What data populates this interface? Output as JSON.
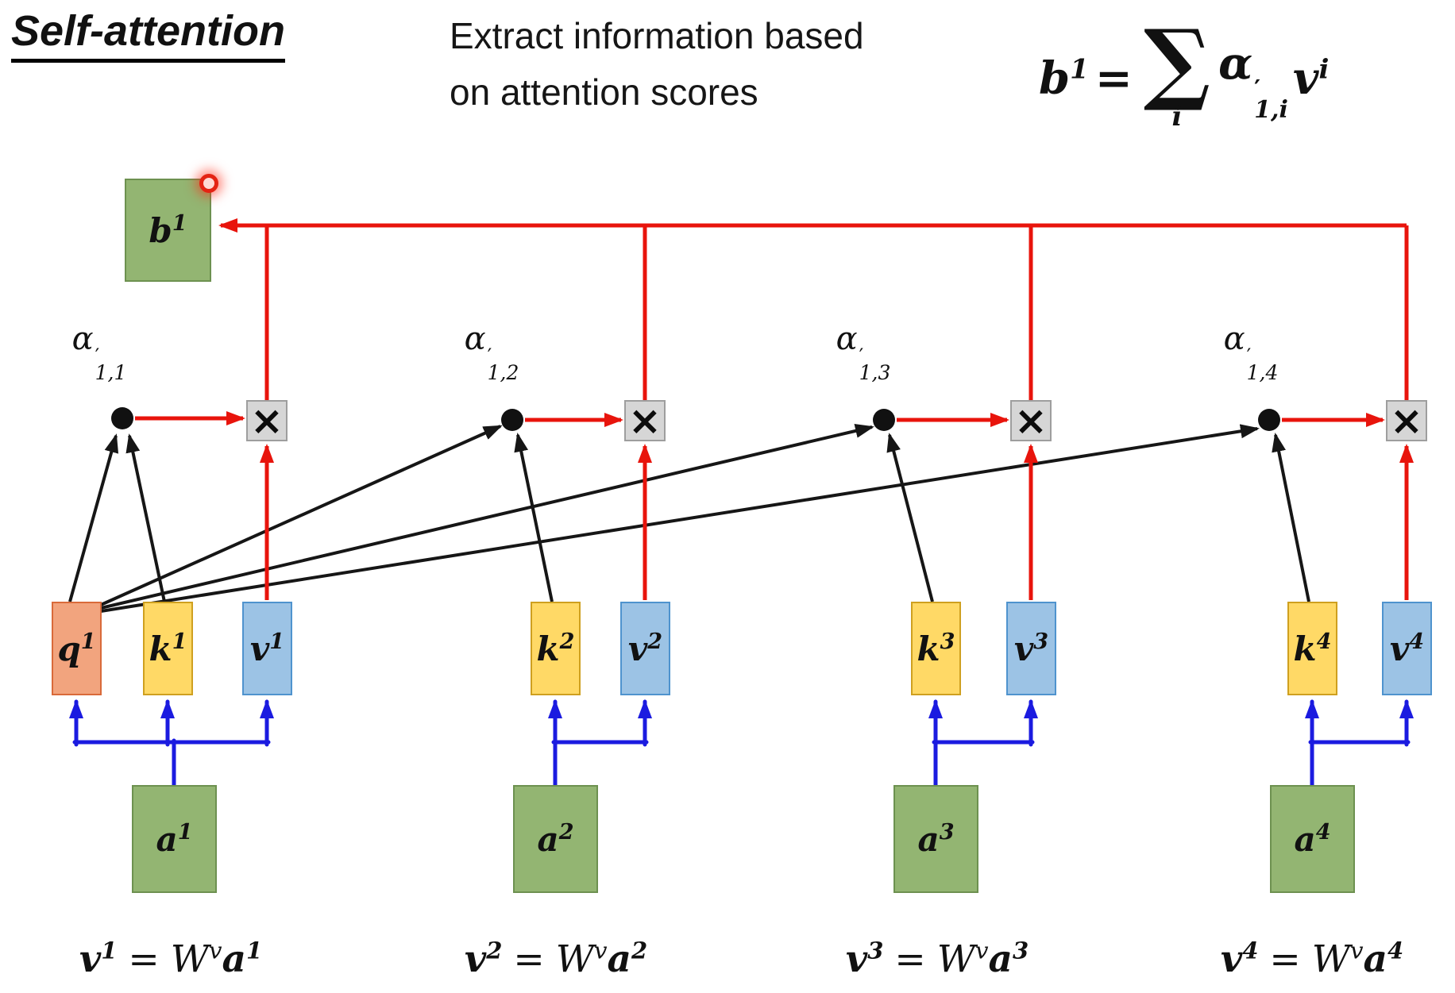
{
  "title": "Self-attention",
  "subtitle": {
    "line1": "Extract information based",
    "line2": "on attention scores"
  },
  "formula": {
    "lhs_base": "b",
    "lhs_sup": "1",
    "equals": "=",
    "sigma": "∑",
    "sigma_sub": "i",
    "alpha_base": "α",
    "alpha_prime": "′",
    "alpha_sub": "1,i",
    "v_base": "v",
    "v_sup": "i"
  },
  "b_node": {
    "base": "b",
    "sup": "1"
  },
  "multiply_symbol": "×",
  "alpha_labels": [
    {
      "base": "α",
      "prime": "′",
      "sub": "1,1"
    },
    {
      "base": "α",
      "prime": "′",
      "sub": "1,2"
    },
    {
      "base": "α",
      "prime": "′",
      "sub": "1,3"
    },
    {
      "base": "α",
      "prime": "′",
      "sub": "1,4"
    }
  ],
  "columns": [
    {
      "q": {
        "base": "q",
        "sup": "1"
      },
      "k": {
        "base": "k",
        "sup": "1"
      },
      "v": {
        "base": "v",
        "sup": "1"
      },
      "a": {
        "base": "a",
        "sup": "1"
      }
    },
    {
      "k": {
        "base": "k",
        "sup": "2"
      },
      "v": {
        "base": "v",
        "sup": "2"
      },
      "a": {
        "base": "a",
        "sup": "2"
      }
    },
    {
      "k": {
        "base": "k",
        "sup": "3"
      },
      "v": {
        "base": "v",
        "sup": "3"
      },
      "a": {
        "base": "a",
        "sup": "3"
      }
    },
    {
      "k": {
        "base": "k",
        "sup": "4"
      },
      "v": {
        "base": "v",
        "sup": "4"
      },
      "a": {
        "base": "a",
        "sup": "4"
      }
    }
  ],
  "equations": [
    {
      "lhs": "v",
      "lhs_sup": "1",
      "equals": "=",
      "w": "W",
      "w_sup": "v",
      "rhs": "a",
      "rhs_sup": "1"
    },
    {
      "lhs": "v",
      "lhs_sup": "2",
      "equals": "=",
      "w": "W",
      "w_sup": "v",
      "rhs": "a",
      "rhs_sup": "2"
    },
    {
      "lhs": "v",
      "lhs_sup": "3",
      "equals": "=",
      "w": "W",
      "w_sup": "v",
      "rhs": "a",
      "rhs_sup": "3"
    },
    {
      "lhs": "v",
      "lhs_sup": "4",
      "equals": "=",
      "w": "W",
      "w_sup": "v",
      "rhs": "a",
      "rhs_sup": "4"
    }
  ],
  "colors": {
    "box_green": "#93b572",
    "box_green_border": "#6d9150",
    "box_orange": "#f2a47e",
    "box_orange_border": "#d96a3a",
    "box_yellow": "#ffd966",
    "box_yellow_border": "#cfa01f",
    "box_blue": "#9cc3e5",
    "box_blue_border": "#4f93ce",
    "box_gray": "#d6d6d6",
    "box_gray_border": "#9e9e9e",
    "wire_red": "#e8140c",
    "wire_blue": "#1b1be0",
    "wire_black": "#161616",
    "laser_red": "#e42313"
  }
}
